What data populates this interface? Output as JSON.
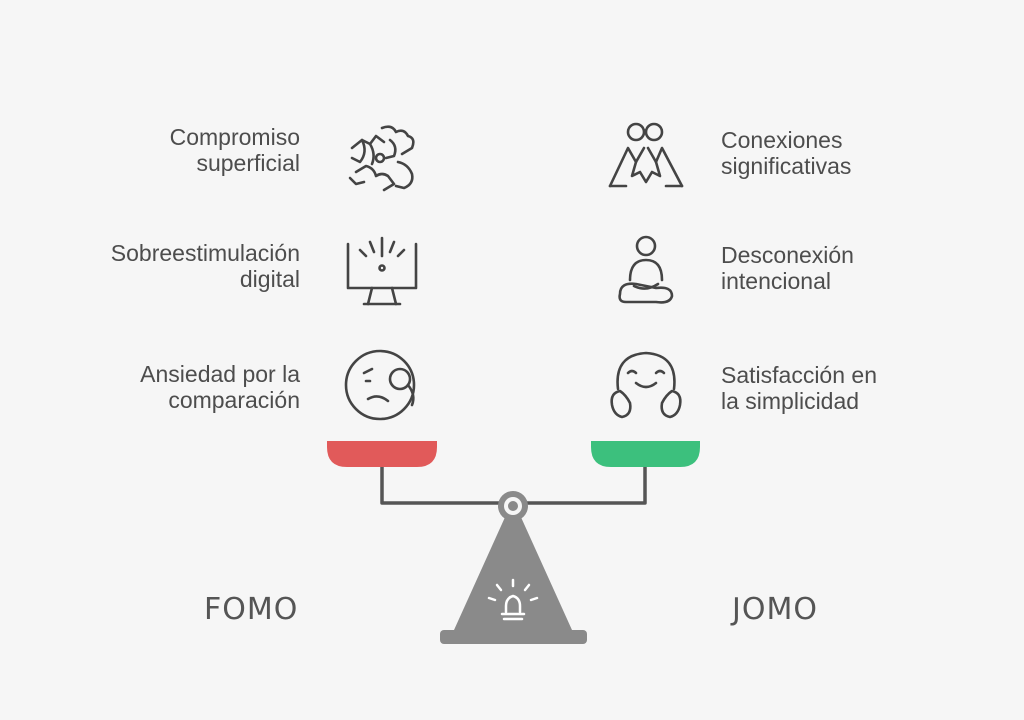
{
  "left": {
    "title": "FOMO",
    "color": "#e15a5a",
    "items": [
      {
        "line1": "Compromiso",
        "line2": "superficial",
        "icon": "tangled-hands-icon"
      },
      {
        "line1": "Sobreestimulación",
        "line2": "digital",
        "icon": "overloaded-monitor-icon"
      },
      {
        "line1": "Ansiedad por la",
        "line2": "comparación",
        "icon": "worried-face-monocle-icon"
      }
    ]
  },
  "right": {
    "title": "JOMO",
    "color": "#3cc07d",
    "items": [
      {
        "line1": "Conexiones",
        "line2": "significativas",
        "icon": "hugging-people-icon"
      },
      {
        "line1": "Desconexión",
        "line2": "intencional",
        "icon": "meditating-person-icon"
      },
      {
        "line1": "Satisfacción en",
        "line2": "la simplicidad",
        "icon": "happy-face-hands-icon"
      }
    ]
  },
  "scale": {
    "beam_color": "#555555",
    "base_color": "#8a8a8a",
    "icon": "balance-scale-icon"
  }
}
